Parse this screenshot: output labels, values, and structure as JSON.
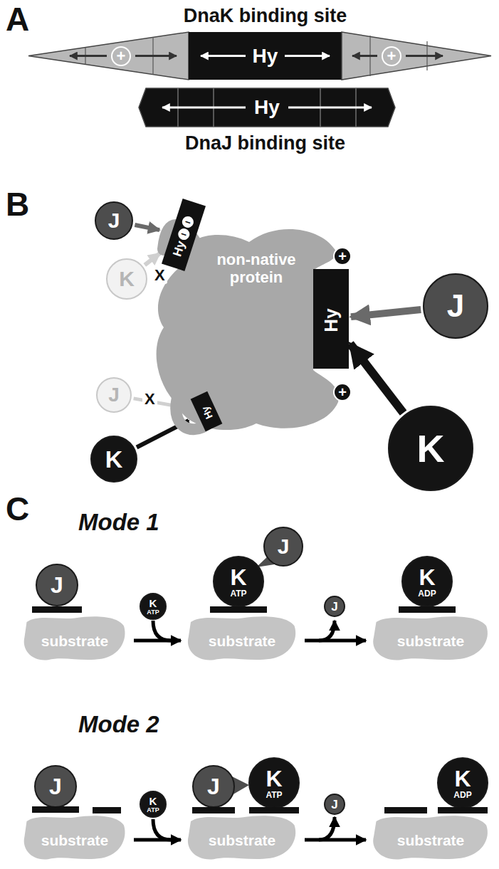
{
  "diagram": {
    "nodes": [
      {
        "text": [
          "+"
        ]
      },
      {
        "text": [
          "Hy"
        ]
      },
      {
        "text": [
          "+"
        ]
      },
      {
        "text": [
          "Hy"
        ]
      },
      {
        "text": [
          "non-native protein"
        ]
      },
      {
        "text": [
          "−",
          "−",
          "Hy"
        ]
      },
      {
        "text": [
          "Hy"
        ]
      },
      {
        "text": [
          "Hy"
        ]
      },
      {
        "text": [
          "J"
        ]
      },
      {
        "text": [
          "K"
        ]
      },
      {
        "text": [
          "J"
        ]
      },
      {
        "text": [
          "K"
        ]
      },
      {
        "text": [
          "J"
        ]
      },
      {
        "text": [
          "K"
        ]
      },
      {
        "text": [
          "substrate"
        ]
      },
      {
        "text": [
          "J"
        ]
      },
      {
        "text": [
          "K",
          "ATP"
        ]
      },
      {
        "text": [
          "substrate"
        ]
      },
      {
        "text": [
          "K",
          "ATP"
        ]
      },
      {
        "text": [
          "J"
        ]
      },
      {
        "text": [
          "J"
        ]
      },
      {
        "text": [
          "substrate"
        ]
      },
      {
        "text": [
          "K",
          "ADP"
        ]
      },
      {
        "text": [
          "substrate"
        ]
      },
      {
        "text": [
          "J"
        ]
      },
      {
        "text": [
          "K",
          "ATP"
        ]
      },
      {
        "text": [
          "substrate"
        ]
      },
      {
        "text": [
          "J"
        ]
      },
      {
        "text": [
          "K",
          "ATP"
        ]
      },
      {
        "text": [
          "J"
        ]
      },
      {
        "text": [
          "substrate"
        ]
      },
      {
        "text": [
          "K",
          "ADP"
        ]
      }
    ],
    "edges": [
      {
        "from": 8,
        "to": 5,
        "arrow": "to"
      },
      {
        "from": 9,
        "to": 5,
        "arrow": "to"
      },
      {
        "from": 10,
        "to": 6,
        "arrow": "to"
      },
      {
        "from": 11,
        "to": 6,
        "arrow": "to"
      },
      {
        "from": 12,
        "to": 7,
        "arrow": "to"
      },
      {
        "from": 13,
        "to": 7,
        "arrow": "to"
      }
    ],
    "labels": [
      "A",
      "DnaK binding site",
      "DnaJ binding site",
      "B",
      "+",
      "+",
      "X",
      "X",
      "C",
      "Mode 1",
      "Mode 2"
    ]
  }
}
